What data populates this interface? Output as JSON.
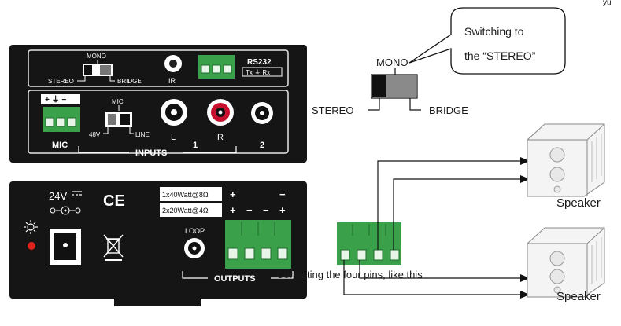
{
  "corner_mark": "yu",
  "top_panel": {
    "mono_label": "MONO",
    "stereo_label": "STEREO",
    "bridge_label": "BRIDGE",
    "ir_label": "IR",
    "rs232_label": "RS232",
    "rs232_pins": "Tx ⏚ Rx",
    "mic_terminal_symbols": "+ ⏚ −",
    "mic_label": "MIC",
    "mic_switch_top": "MIC",
    "mic_switch_left": "48V",
    "mic_switch_right": "LINE",
    "rca_left": "L",
    "rca_right": "R",
    "input_1": "1",
    "input_2": "2",
    "inputs_label": "INPUTS"
  },
  "bottom_panel": {
    "voltage": "24V",
    "ce_mark": "CE",
    "row1_spec": "1x40Watt@8Ω",
    "row1_plus": "+",
    "row1_minus": "−",
    "row2_spec": "2x20Watt@4Ω",
    "row2_signs": [
      "+",
      "−",
      "−",
      "+"
    ],
    "loop_label": "LOOP",
    "outputs_label": "OUTPUTS"
  },
  "callout": {
    "line1": "Switching to",
    "line2": "the “STEREO”"
  },
  "switch_diagram": {
    "mono": "MONO",
    "stereo": "STEREO",
    "bridge": "BRIDGE"
  },
  "speakers": [
    "Speaker",
    "Speaker"
  ],
  "caption": "Correcting the four pins, like this",
  "colors": {
    "panel": "#151515",
    "terminal_green": "#3aa04a",
    "rca_red": "#c8102e",
    "led_red": "#e0201a"
  }
}
